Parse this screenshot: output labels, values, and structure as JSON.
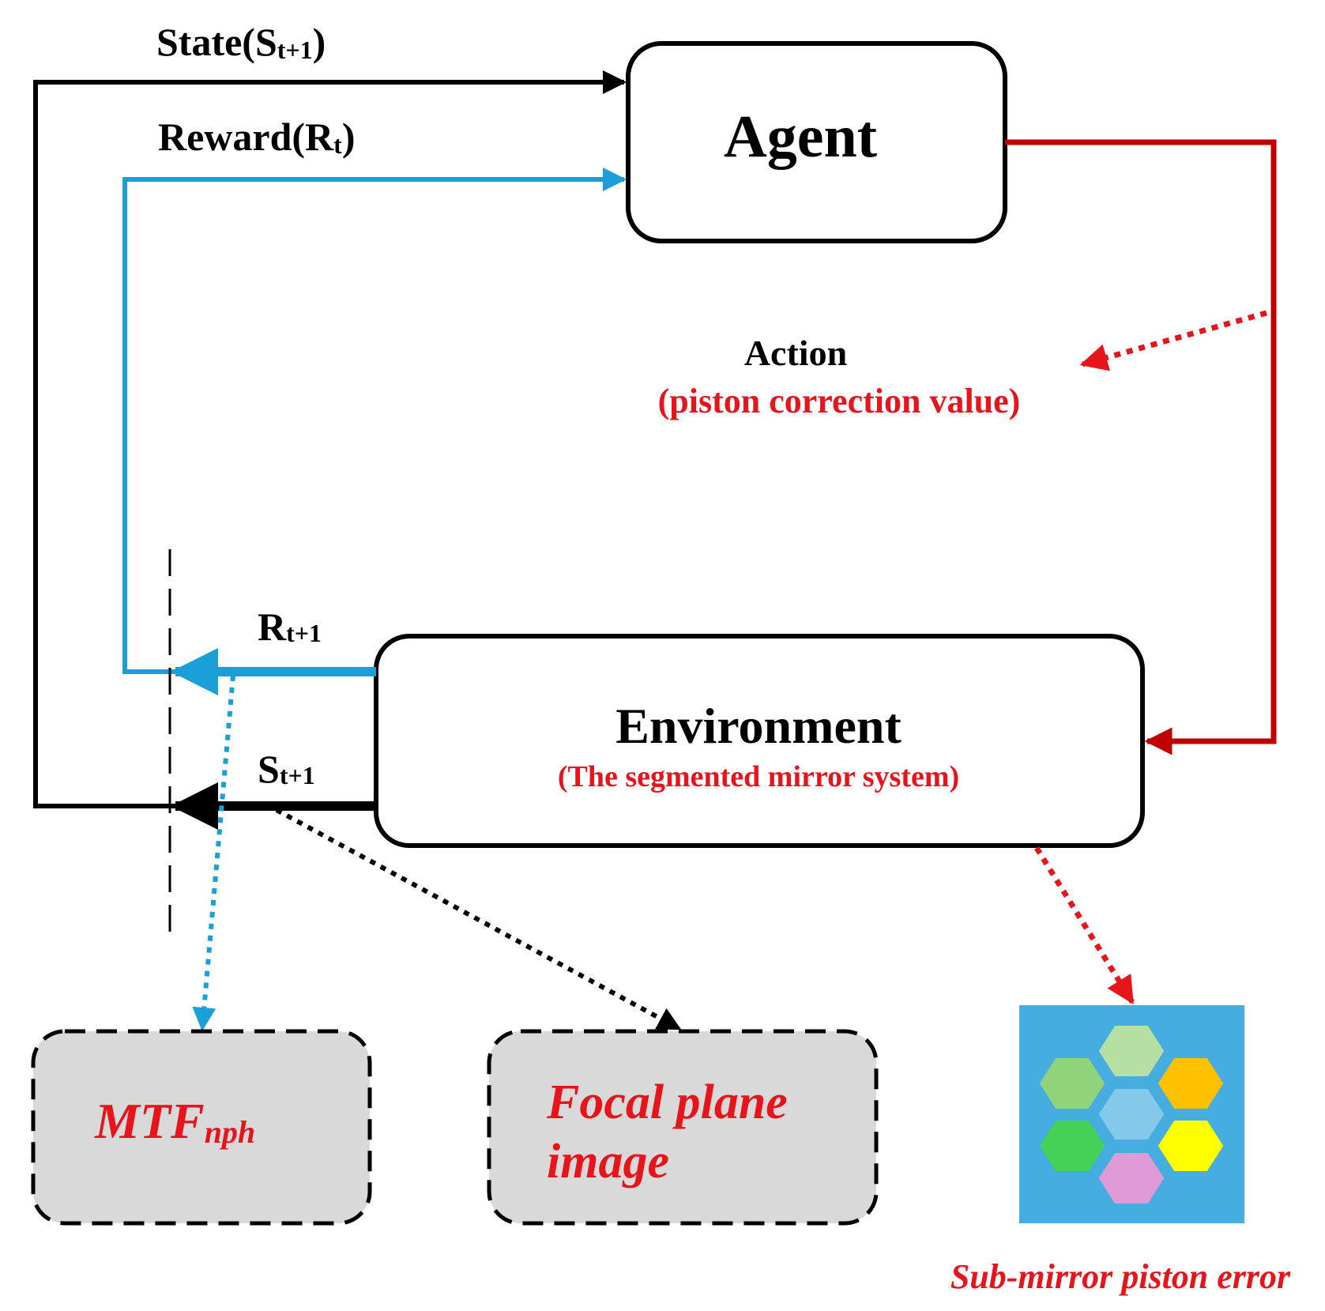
{
  "colors": {
    "black_line": "#000000",
    "blue_line": "#1a9fd8",
    "red_line": "#c00000",
    "red_text": "#e8141c",
    "dashed_box_fill": "#d9d9d9",
    "hex_panel_bg": "#46ade0"
  },
  "agent": {
    "label": "Agent"
  },
  "environment": {
    "label": "Environment",
    "sublabel": "(The segmented mirror system)"
  },
  "top_state": {
    "main": "State(S",
    "sub": "t+1",
    "close": ")"
  },
  "top_reward": {
    "main": "Reward(R",
    "sub": "t",
    "close": ")"
  },
  "action": {
    "label": "Action",
    "sublabel": "(piston correction value)"
  },
  "env_reward": {
    "main": "R",
    "sub": "t+1"
  },
  "env_state": {
    "main": "S",
    "sub": "t+1"
  },
  "outputs": {
    "mtf": {
      "main": "MTF",
      "sub": "nph"
    },
    "focal": {
      "line1": "Focal plane",
      "line2": "image"
    },
    "piston_error": {
      "label": "Sub-mirror piston error"
    }
  },
  "hex_segments": [
    {
      "name": "top",
      "color": "#b5e0a1"
    },
    {
      "name": "upper-left",
      "color": "#8fd47a"
    },
    {
      "name": "upper-right",
      "color": "#ffc000"
    },
    {
      "name": "center",
      "color": "#85c9ea"
    },
    {
      "name": "lower-left",
      "color": "#45d158"
    },
    {
      "name": "lower-right",
      "color": "#ffff00"
    },
    {
      "name": "bottom",
      "color": "#e09ad8"
    }
  ]
}
